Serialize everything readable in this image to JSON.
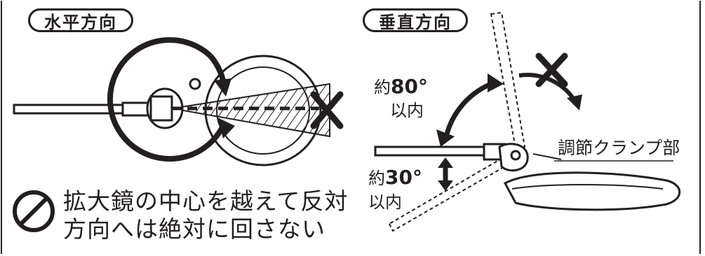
{
  "left_panel": {
    "title": "水平方向",
    "warning_line1": "拡大鏡の中心を越えて反対",
    "warning_line2": "方向へは絶対に回さない"
  },
  "right_panel": {
    "title": "垂直方向",
    "upper_prefix": "約",
    "upper_angle": "80°",
    "upper_suffix": "以内",
    "lower_prefix": "約",
    "lower_angle": "30°",
    "lower_suffix": "以内",
    "clamp_label": "調節クランプ部"
  },
  "icons": [
    "prohibition-icon",
    "cross-mark-icon",
    "rotation-arrow-icon"
  ],
  "colors": {
    "ink": "#231f20",
    "background": "#ffffff",
    "hatch": "#231f20"
  }
}
